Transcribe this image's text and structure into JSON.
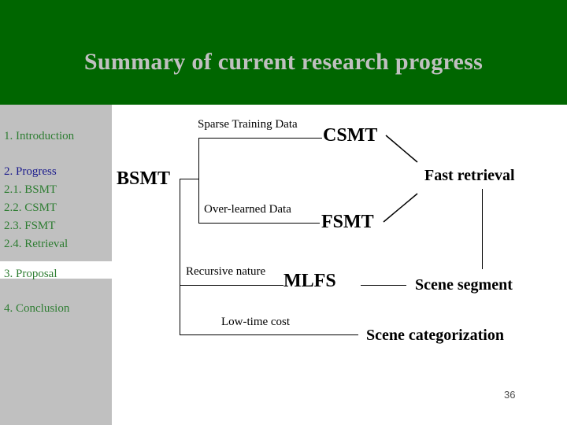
{
  "slide": {
    "title": "Summary of current research progress",
    "page_number": "36",
    "colors": {
      "header_background": "#006600",
      "title_text": "#c0c0c0",
      "sidebar_background": "#c0c0c0",
      "sidebar_highlight": "#ffffff",
      "sidebar_text": "#2e7d32",
      "sidebar_current_text": "#1a1a8c",
      "diagram_ink": "#000000",
      "page_number_text": "#4d4d4d"
    }
  },
  "sidebar": {
    "items": [
      {
        "label": "1. Introduction",
        "current": false
      },
      {
        "label": "2. Progress",
        "current": true
      },
      {
        "label": "2.1. BSMT",
        "current": false
      },
      {
        "label": "2.2. CSMT",
        "current": false
      },
      {
        "label": "2.3. FSMT",
        "current": false
      },
      {
        "label": "2.4. Retrieval",
        "current": false
      },
      {
        "label": "3. Proposal",
        "current": false
      },
      {
        "label": "4. Conclusion",
        "current": false
      }
    ]
  },
  "diagram": {
    "nodes": {
      "root": "BSMT",
      "csmt": "CSMT",
      "fsmt": "FSMT",
      "mlfs": "MLFS",
      "fast_retrieval": "Fast retrieval",
      "scene_segment": "Scene segment",
      "scene_categorization": "Scene categorization"
    },
    "edge_labels": {
      "sparse_training_data": "Sparse Training Data",
      "over_learned_data": "Over-learned Data",
      "recursive_nature": "Recursive nature",
      "low_time_cost": "Low-time cost"
    }
  }
}
